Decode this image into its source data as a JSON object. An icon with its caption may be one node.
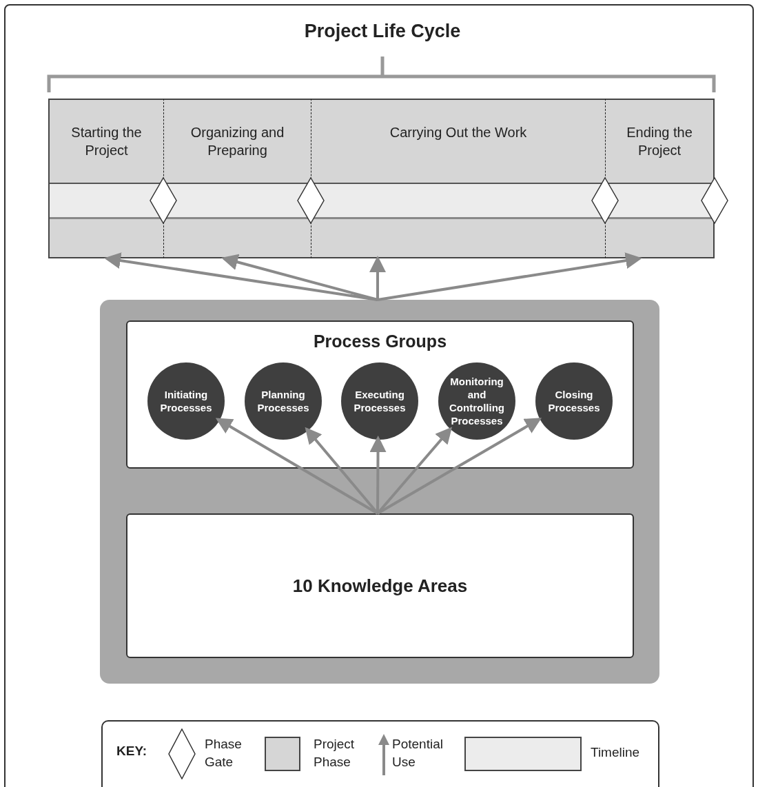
{
  "diagram": {
    "title": "Project Life Cycle",
    "nodes": [
      {
        "text": [
          "Starting the Project"
        ]
      },
      {
        "text": [
          "Organizing and Preparing"
        ]
      },
      {
        "text": [
          "Carrying Out the Work"
        ]
      },
      {
        "text": [
          "Ending the Project"
        ]
      },
      {
        "text": [],
        "shape": "diamond"
      },
      {
        "text": [],
        "shape": "diamond"
      },
      {
        "text": [],
        "shape": "diamond"
      },
      {
        "text": [],
        "shape": "diamond"
      },
      {
        "text": [],
        "shape": "box"
      },
      {
        "text": [
          "Process Groups"
        ],
        "in": 8
      },
      {
        "text": [
          "Initiating Processes"
        ],
        "in": 9
      },
      {
        "text": [
          "Planning Processes"
        ],
        "in": 9
      },
      {
        "text": [
          "Executing Processes"
        ],
        "in": 9
      },
      {
        "text": [
          "Monitoring and Controlling Processes"
        ],
        "in": 9
      },
      {
        "text": [
          "Closing Processes"
        ],
        "in": 9
      },
      {
        "text": [
          "10 Knowledge Areas"
        ],
        "in": 8
      }
    ],
    "edges": [
      {
        "from": 8,
        "to": 0,
        "arrow": "to"
      },
      {
        "from": 8,
        "to": 1,
        "arrow": "to"
      },
      {
        "from": 8,
        "to": 2,
        "arrow": "to"
      },
      {
        "from": 8,
        "to": 3,
        "arrow": "to"
      },
      {
        "from": 15,
        "to": 10,
        "arrow": "to"
      },
      {
        "from": 15,
        "to": 11,
        "arrow": "to"
      },
      {
        "from": 15,
        "to": 12,
        "arrow": "to"
      },
      {
        "from": 15,
        "to": 13,
        "arrow": "to"
      },
      {
        "from": 15,
        "to": 14,
        "arrow": "to"
      }
    ],
    "labels": [
      "KEY:"
    ],
    "legend": [
      {
        "text": "Phase Gate"
      },
      {
        "text": "Project Phase",
        "color": "#d6d6d6"
      },
      {
        "text": "Potential Use"
      },
      {
        "text": "Timeline",
        "color": "#ececec"
      }
    ]
  }
}
